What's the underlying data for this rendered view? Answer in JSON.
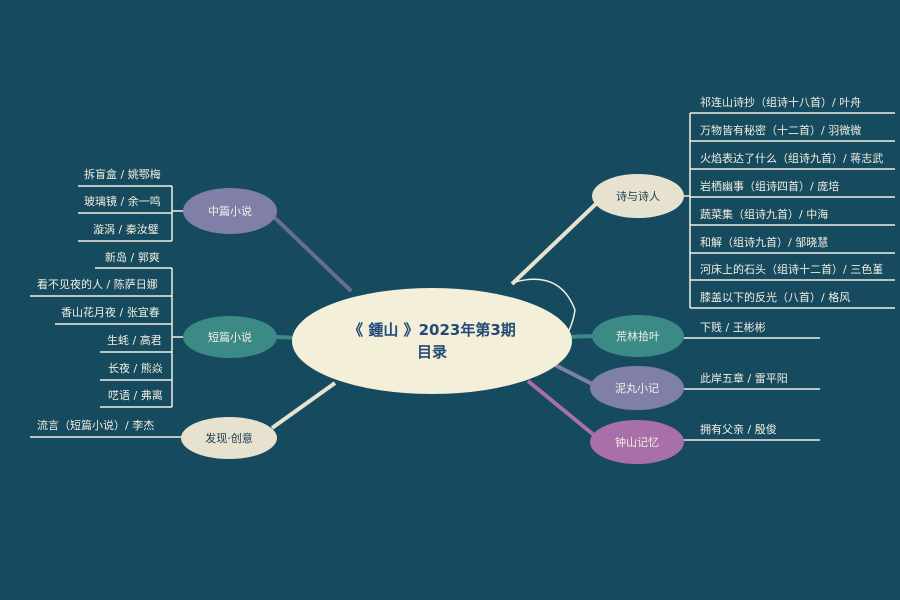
{
  "center": {
    "line1": "《 鍾山 》2023年第3期",
    "line2": "目录"
  },
  "colors": {
    "background": "#164a5f",
    "center_fill": "#f3efd8",
    "node_slate": "#7f7fa8",
    "node_beige": "#e6e2cf",
    "node_teal": "#3b8a86",
    "node_purple": "#a86fa8",
    "line_light": "#f0eee4"
  },
  "branches": [
    {
      "label": "中篇小说",
      "items": [
        "拆盲盒 / 姚鄂梅",
        "玻璃镜 / 余一鸣",
        "漩涡 / 秦汝璧"
      ]
    },
    {
      "label": "短篇小说",
      "items": [
        "新岛 / 郭爽",
        "看不见夜的人 / 陈萨日娜",
        "香山花月夜 / 张宜春",
        "生蚝 / 高君",
        "长夜 / 熊焱",
        "呓语 / 弗离"
      ]
    },
    {
      "label": "发现·创意",
      "items": [
        "流言（短篇小说）/ 李杰"
      ]
    },
    {
      "label": "诗与诗人",
      "items": [
        "祁连山诗抄（组诗十八首）/ 叶舟",
        "万物皆有秘密（十二首）/ 羽微微",
        "火焰表达了什么（组诗九首）/ 蒋志武",
        "岩栖幽事（组诗四首）/ 庞培",
        "蔬菜集（组诗九首）/ 中海",
        "和解（组诗九首）/ 邹晓慧",
        "河床上的石头（组诗十二首）/ 三色堇",
        "膝盖以下的反光（八首）/ 格风"
      ]
    },
    {
      "label": "荒林拾叶",
      "items": [
        "下贱 / 王彬彬"
      ]
    },
    {
      "label": "泥丸小记",
      "items": [
        "此岸五章 / 雷平阳"
      ]
    },
    {
      "label": "钟山记忆",
      "items": [
        "拥有父亲 / 殷俊"
      ]
    }
  ]
}
